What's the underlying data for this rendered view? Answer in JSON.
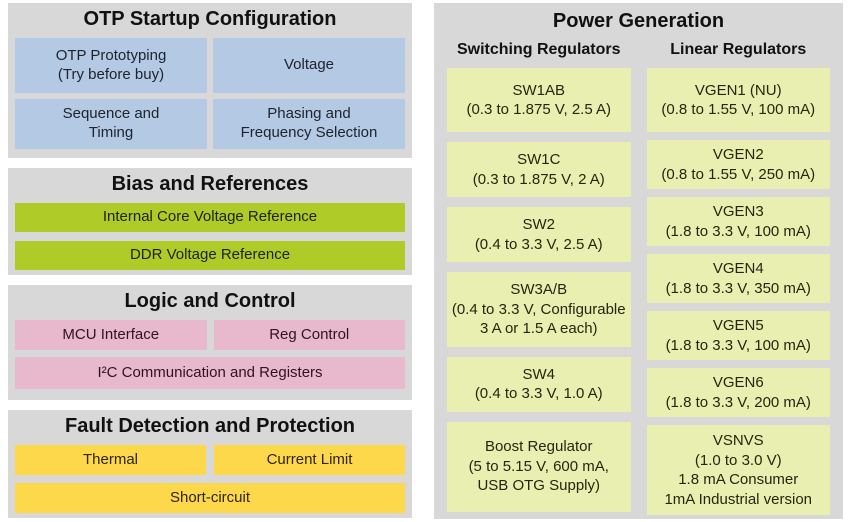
{
  "colors": {
    "background": "#ffffff",
    "panel_gray": "#d8d8d8",
    "blue_box": "#b3c9e4",
    "green_box": "#aecb28",
    "pink_box": "#e8b8cc",
    "yellow_box": "#fdd84a",
    "power_box": "#e8efb0",
    "text": "#1c1c1c"
  },
  "left_panel": {
    "sections": [
      {
        "title": "OTP Startup Configuration",
        "boxes": [
          "OTP Prototyping\n(Try before buy)",
          "Voltage",
          "Sequence and\nTiming",
          "Phasing and\nFrequency Selection"
        ]
      },
      {
        "title": "Bias and References",
        "boxes": [
          "Internal Core Voltage Reference",
          "DDR Voltage Reference"
        ]
      },
      {
        "title": "Logic and Control",
        "boxes": [
          "MCU Interface",
          "Reg Control",
          "I²C Communication and Registers"
        ]
      },
      {
        "title": "Fault Detection and Protection",
        "boxes": [
          "Thermal",
          "Current Limit",
          "Short-circuit"
        ]
      }
    ]
  },
  "right_panel": {
    "title": "Power Generation",
    "columns": [
      {
        "header": "Switching Regulators",
        "boxes": [
          "SW1AB\n(0.3 to 1.875 V, 2.5 A)",
          "SW1C\n(0.3 to 1.875 V, 2 A)",
          "SW2\n(0.4 to 3.3 V, 2.5 A)",
          "SW3A/B\n(0.4 to 3.3 V, Configurable\n3 A or 1.5 A each)",
          "SW4\n(0.4 to 3.3 V, 1.0 A)",
          "Boost Regulator\n(5 to 5.15 V, 600 mA,\nUSB OTG Supply)"
        ]
      },
      {
        "header": "Linear Regulators",
        "boxes": [
          "VGEN1 (NU)\n(0.8 to 1.55 V, 100 mA)",
          "VGEN2\n(0.8 to 1.55 V, 250 mA)",
          "VGEN3\n(1.8 to 3.3 V, 100 mA)",
          "VGEN4\n(1.8 to 3.3 V, 350 mA)",
          "VGEN5\n(1.8 to 3.3 V, 100 mA)",
          "VGEN6\n(1.8 to 3.3 V, 200 mA)",
          "VSNVS\n(1.0 to 3.0 V)\n1.8 mA Consumer\n1mA Industrial version"
        ]
      }
    ]
  }
}
